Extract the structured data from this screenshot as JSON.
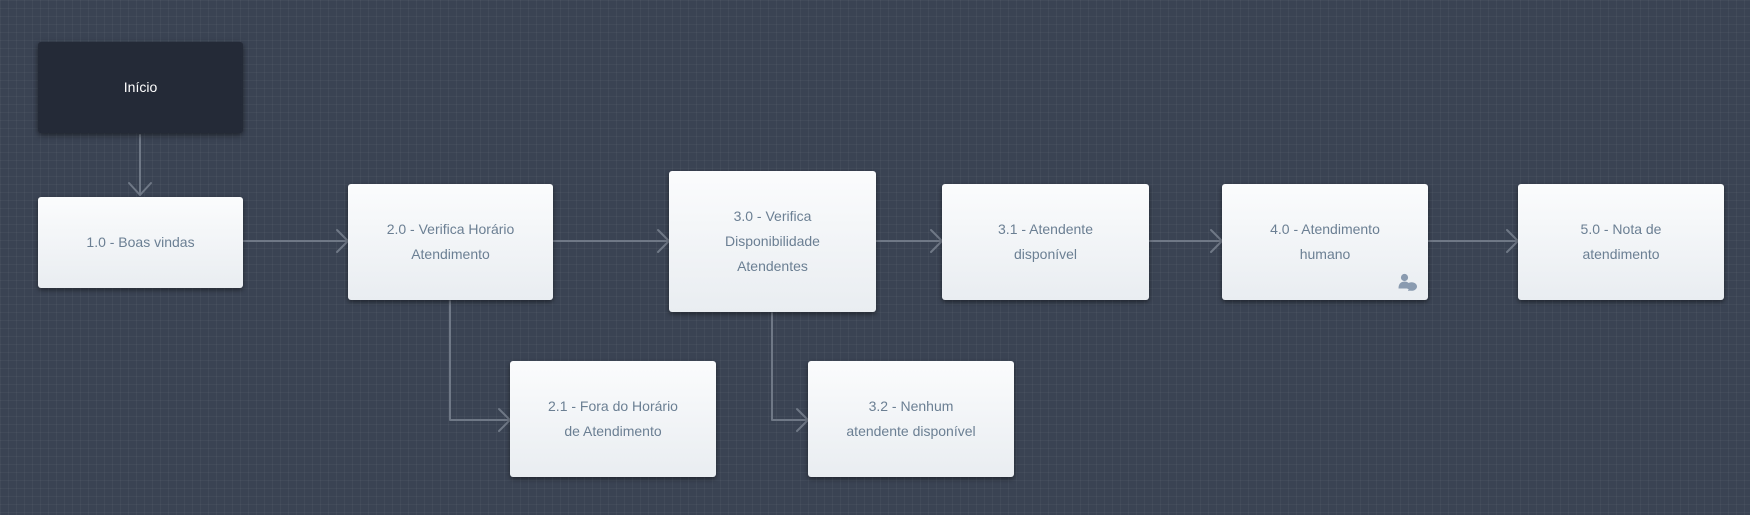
{
  "flow": {
    "nodes": {
      "start": {
        "label": "Início"
      },
      "boas_vindas": {
        "label": "1.0 - Boas vindas"
      },
      "verifica_horario": {
        "label": "2.0 - Verifica Horário\nAtendimento"
      },
      "fora_horario": {
        "label": "2.1 - Fora do Horário\nde Atendimento"
      },
      "verifica_disponibilidade": {
        "label": "3.0 - Verifica\nDisponibilidade\nAtendentes"
      },
      "atendente_disponivel": {
        "label": "3.1 - Atendente\ndisponível"
      },
      "nenhum_atendente": {
        "label": "3.2 - Nenhum\natendente disponível"
      },
      "atendimento_humano": {
        "label": "4.0 - Atendimento\nhumano",
        "icon": "human-agent-icon"
      },
      "nota_atendimento": {
        "label": "5.0 - Nota de\natendimento"
      }
    }
  },
  "colors": {
    "background": "#3a4353",
    "node_text": "#6b7f93",
    "start_node": "#242a37",
    "connector": "#6f7886",
    "icon": "#8a9bb0"
  }
}
